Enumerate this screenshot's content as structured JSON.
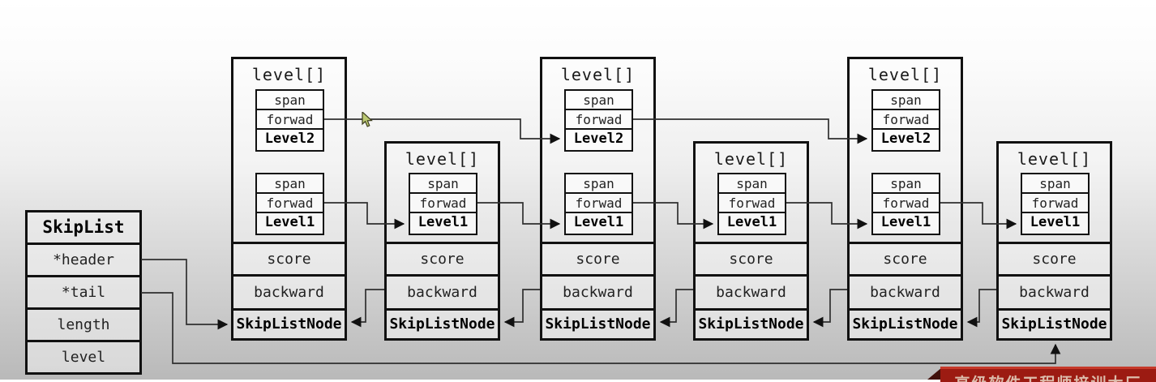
{
  "skiplist": {
    "title": "SkipList",
    "fields": [
      "*header",
      "*tail",
      "length",
      "level"
    ]
  },
  "nodes": [
    {
      "header": "level[]",
      "levels": [
        {
          "span": "span",
          "forward": "forwad",
          "label": "Level2"
        },
        {
          "span": "span",
          "forward": "forwad",
          "label": "Level1"
        }
      ],
      "score": "score",
      "backward": "backward",
      "footer": "SkipListNode"
    },
    {
      "header": "level[]",
      "levels": [
        {
          "span": "span",
          "forward": "forwad",
          "label": "Level1"
        }
      ],
      "score": "score",
      "backward": "backward",
      "footer": "SkipListNode"
    },
    {
      "header": "level[]",
      "levels": [
        {
          "span": "span",
          "forward": "forwad",
          "label": "Level2"
        },
        {
          "span": "span",
          "forward": "forwad",
          "label": "Level1"
        }
      ],
      "score": "score",
      "backward": "backward",
      "footer": "SkipListNode"
    },
    {
      "header": "level[]",
      "levels": [
        {
          "span": "span",
          "forward": "forwad",
          "label": "Level1"
        }
      ],
      "score": "score",
      "backward": "backward",
      "footer": "SkipListNode"
    },
    {
      "header": "level[]",
      "levels": [
        {
          "span": "span",
          "forward": "forwad",
          "label": "Level2"
        },
        {
          "span": "span",
          "forward": "forwad",
          "label": "Level1"
        }
      ],
      "score": "score",
      "backward": "backward",
      "footer": "SkipListNode"
    },
    {
      "header": "level[]",
      "levels": [
        {
          "span": "span",
          "forward": "forwad",
          "label": "Level1"
        }
      ],
      "score": "score",
      "backward": "backward",
      "footer": "SkipListNode"
    }
  ],
  "banner": {
    "text": "高级软件工程师培训大厂"
  },
  "colors": {
    "line": "#2f2f2f",
    "border": "#111111",
    "banner_red": "#9c1b12",
    "banner_highlight": "#c6392a",
    "cursor_fill": "#bcc973"
  }
}
